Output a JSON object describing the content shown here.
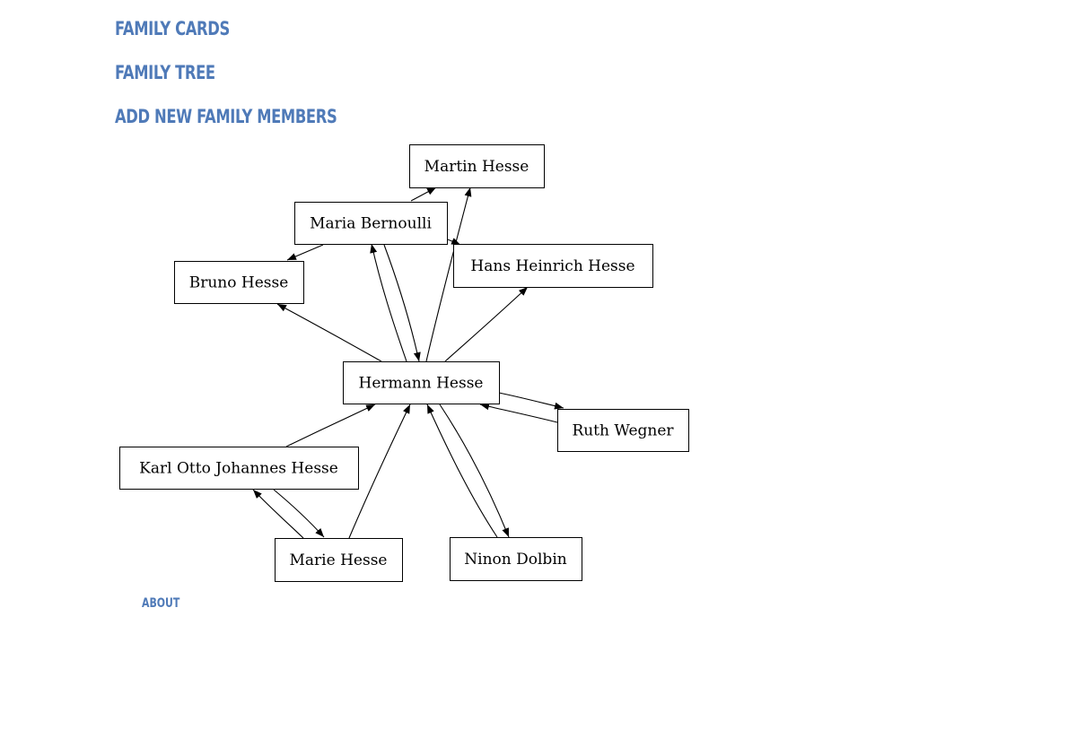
{
  "nav": {
    "family_cards": "Family Cards",
    "family_tree": "Family Tree",
    "add_members": "Add new family members"
  },
  "footer": {
    "about": "About"
  },
  "tree": {
    "nodes": [
      {
        "id": "martin",
        "label": "Martin Hesse"
      },
      {
        "id": "maria",
        "label": "Maria Bernoulli"
      },
      {
        "id": "hans",
        "label": "Hans Heinrich Hesse"
      },
      {
        "id": "bruno",
        "label": "Bruno Hesse"
      },
      {
        "id": "hermann",
        "label": "Hermann Hesse"
      },
      {
        "id": "ruth",
        "label": "Ruth Wegner"
      },
      {
        "id": "karl",
        "label": "Karl Otto Johannes Hesse"
      },
      {
        "id": "marie",
        "label": "Marie Hesse"
      },
      {
        "id": "ninon",
        "label": "Ninon Dolbin"
      }
    ],
    "edges": [
      {
        "from": "maria",
        "to": "martin"
      },
      {
        "from": "maria",
        "to": "bruno"
      },
      {
        "from": "maria",
        "to": "hans"
      },
      {
        "from": "maria",
        "to": "hermann"
      },
      {
        "from": "hermann",
        "to": "maria"
      },
      {
        "from": "hermann",
        "to": "martin"
      },
      {
        "from": "hermann",
        "to": "bruno"
      },
      {
        "from": "hermann",
        "to": "hans"
      },
      {
        "from": "hermann",
        "to": "ruth"
      },
      {
        "from": "ruth",
        "to": "hermann"
      },
      {
        "from": "hermann",
        "to": "ninon"
      },
      {
        "from": "ninon",
        "to": "hermann"
      },
      {
        "from": "karl",
        "to": "hermann"
      },
      {
        "from": "karl",
        "to": "marie"
      },
      {
        "from": "marie",
        "to": "karl"
      },
      {
        "from": "marie",
        "to": "hermann"
      }
    ]
  }
}
